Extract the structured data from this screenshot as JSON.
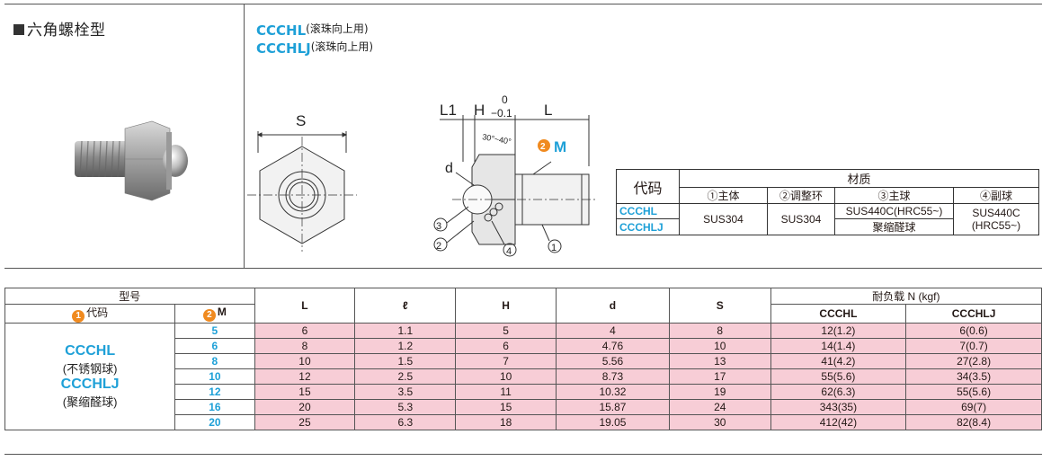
{
  "section_title": "六角螺栓型",
  "models": [
    {
      "code": "CCCHL",
      "note": "(滚珠向上用)"
    },
    {
      "code": "CCCHLJ",
      "note": "(滚珠向上用)"
    }
  ],
  "drawing_labels": {
    "S": "S",
    "L1": "L1",
    "H": "H",
    "tol_top": "0",
    "tol_bottom": "−0.1",
    "L": "L",
    "angle": "30°~40°",
    "d": "d",
    "M": "M",
    "M_num": "2",
    "part1": "①",
    "part2": "②",
    "part3": "③",
    "part4": "④"
  },
  "material_table": {
    "code_header": "代码",
    "material_header": "材质",
    "columns": [
      "①主体",
      "②调整环",
      "③主球",
      "④副球"
    ],
    "rows": [
      {
        "code": "CCCHL",
        "body": "SUS304",
        "ring": "SUS304",
        "main_ball": "SUS440C(HRC55~)",
        "sub_ball": "SUS440C (HRC55~)"
      },
      {
        "code": "CCCHLJ",
        "main_ball": "聚缩醛球"
      }
    ],
    "sub_ball_line1": "SUS440C",
    "sub_ball_line2": "(HRC55~)"
  },
  "spec_table": {
    "model_header": "型号",
    "code_header": "代码",
    "m_header": "M",
    "circle1": "1",
    "circle2": "2",
    "columns": [
      "L",
      "ℓ",
      "H",
      "d",
      "S"
    ],
    "load_header": "耐负载 N (kgf)",
    "load_columns": [
      "CCCHL",
      "CCCHLJ"
    ],
    "code_block": [
      {
        "code": "CCCHL",
        "material": "(不锈钢球)"
      },
      {
        "code": "CCCHLJ",
        "material": "(聚缩醛球)"
      }
    ],
    "rows": [
      {
        "M": "5",
        "L": "6",
        "l": "1.1",
        "H": "5",
        "d": "4",
        "S": "8",
        "load1": "12(1.2)",
        "load2": "6(0.6)"
      },
      {
        "M": "6",
        "L": "8",
        "l": "1.2",
        "H": "6",
        "d": "4.76",
        "S": "10",
        "load1": "14(1.4)",
        "load2": "7(0.7)"
      },
      {
        "M": "8",
        "L": "10",
        "l": "1.5",
        "H": "7",
        "d": "5.56",
        "S": "13",
        "load1": "41(4.2)",
        "load2": "27(2.8)"
      },
      {
        "M": "10",
        "L": "12",
        "l": "2.5",
        "H": "10",
        "d": "8.73",
        "S": "17",
        "load1": "55(5.6)",
        "load2": "34(3.5)"
      },
      {
        "M": "12",
        "L": "15",
        "l": "3.5",
        "H": "11",
        "d": "10.32",
        "S": "19",
        "load1": "62(6.3)",
        "load2": "55(5.6)"
      },
      {
        "M": "16",
        "L": "20",
        "l": "5.3",
        "H": "15",
        "d": "15.87",
        "S": "24",
        "load1": "343(35)",
        "load2": "69(7)"
      },
      {
        "M": "20",
        "L": "25",
        "l": "6.3",
        "H": "18",
        "d": "19.05",
        "S": "30",
        "load1": "412(42)",
        "load2": "82(8.4)"
      }
    ]
  },
  "colors": {
    "accent_blue": "#1ea0d7",
    "highlight_pink": "#f7cdd6",
    "badge_orange": "#f08a1f"
  }
}
